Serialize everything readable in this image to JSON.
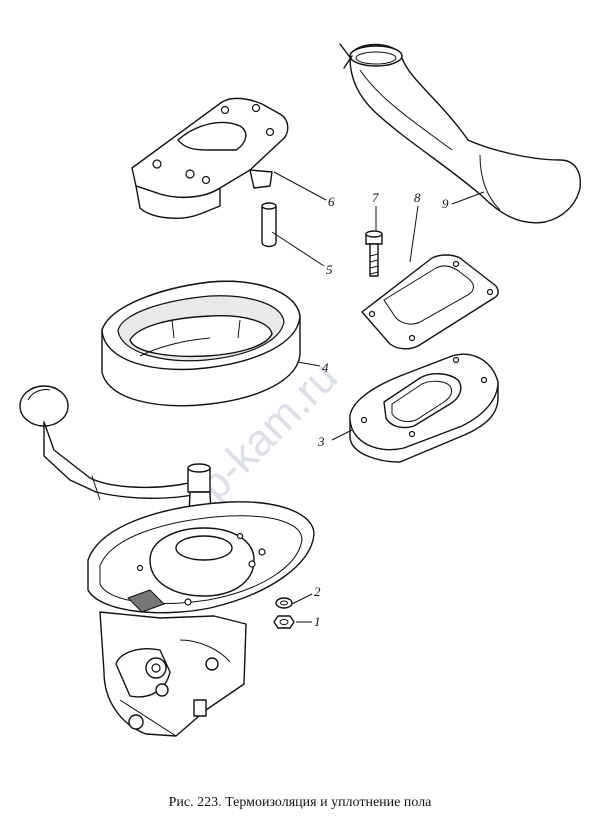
{
  "watermark": "ap-kam.ru",
  "caption": "Рис. 223. Термоизоляция и уплотнение пола",
  "labels": {
    "p1": "1",
    "p2": "2",
    "p3": "3",
    "p4": "4",
    "p5": "5",
    "p6": "6",
    "p7": "7",
    "p8": "8",
    "p9": "9"
  }
}
